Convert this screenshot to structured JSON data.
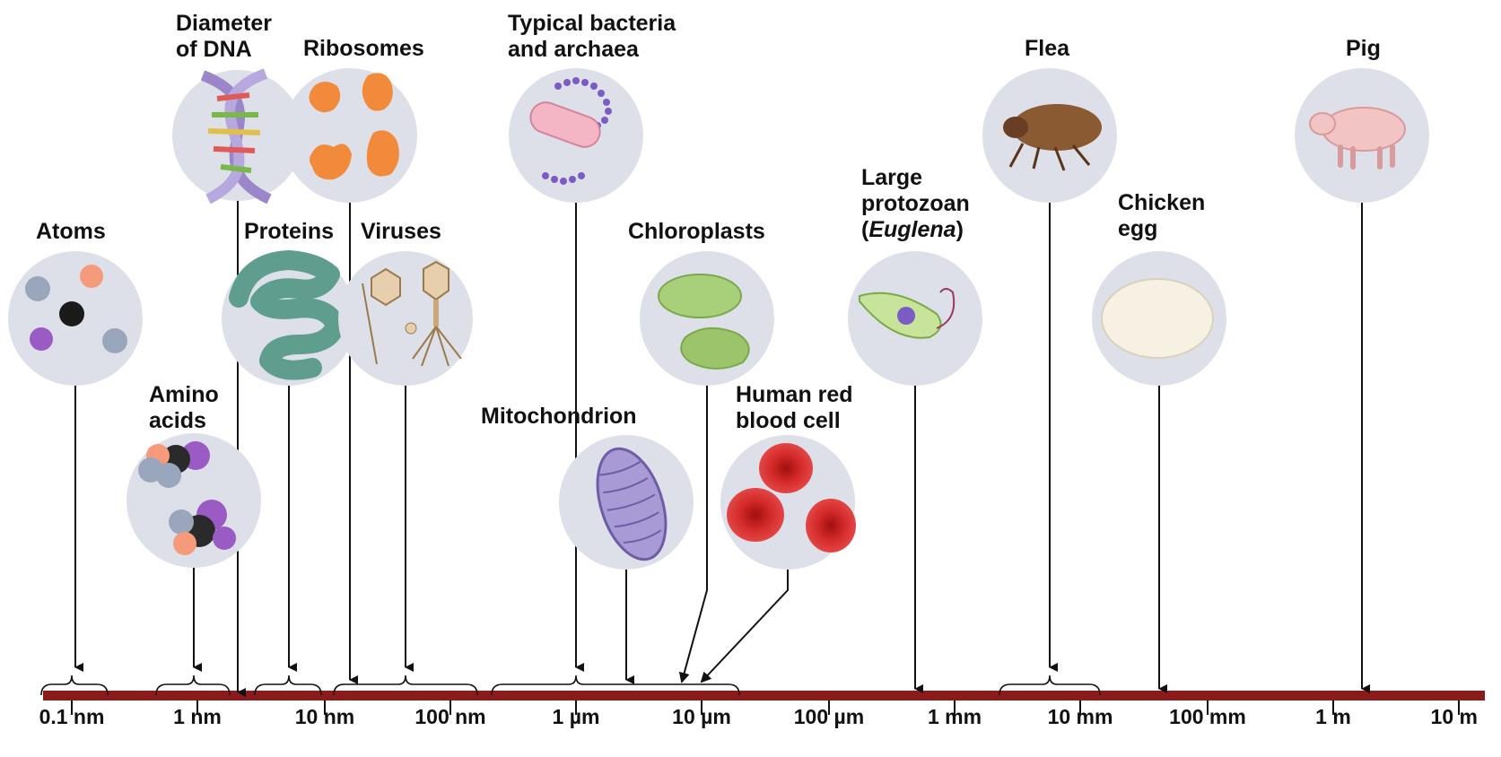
{
  "scale": {
    "ticks": [
      "0.1 nm",
      "1 nm",
      "10 nm",
      "100 nm",
      "1 µm",
      "10 µm",
      "100 µm",
      "1 mm",
      "10 mm",
      "100 mm",
      "1 m",
      "10 m"
    ]
  },
  "items": {
    "atoms": {
      "label": "Atoms",
      "icon": "atoms-icon"
    },
    "amino_acids": {
      "line1": "Amino",
      "line2": "acids",
      "icon": "amino-acids-icon"
    },
    "dna": {
      "line1": "Diameter",
      "line2": "of DNA",
      "icon": "dna-helix-icon"
    },
    "ribosomes": {
      "label": "Ribosomes",
      "icon": "ribosomes-icon"
    },
    "proteins": {
      "label": "Proteins",
      "icon": "protein-icon"
    },
    "viruses": {
      "label": "Viruses",
      "icon": "virus-icon"
    },
    "bacteria": {
      "line1": "Typical bacteria",
      "line2": "and archaea",
      "icon": "bacterium-icon"
    },
    "chloroplasts": {
      "label": "Chloroplasts",
      "icon": "chloroplast-icon"
    },
    "mitochondrion": {
      "label": "Mitochondrion",
      "icon": "mitochondrion-icon"
    },
    "rbc": {
      "line1": "Human red",
      "line2": "blood cell",
      "icon": "red-blood-cell-icon"
    },
    "protozoan": {
      "line1": "Large",
      "line2": "protozoan",
      "line3_open": "(",
      "line3_italic": "Euglena",
      "line3_close": ")",
      "icon": "euglena-icon"
    },
    "flea": {
      "label": "Flea",
      "icon": "flea-icon"
    },
    "egg": {
      "line1": "Chicken",
      "line2": "egg",
      "icon": "egg-icon"
    },
    "pig": {
      "label": "Pig",
      "icon": "pig-icon"
    }
  },
  "colors": {
    "scale_bar": "#8b1a1a",
    "circle_bg": "#dde0e8",
    "protein": "#5f9e8f",
    "ribosome": "#f28a3c",
    "dna": "#9a86c8",
    "chloroplast": "#a8cf7a",
    "mitochondrion": "#a89ad4",
    "rbc": "#d42a2a",
    "flea": "#7a4a2a",
    "pig": "#f3c4c4",
    "egg": "#f6f1e2"
  }
}
